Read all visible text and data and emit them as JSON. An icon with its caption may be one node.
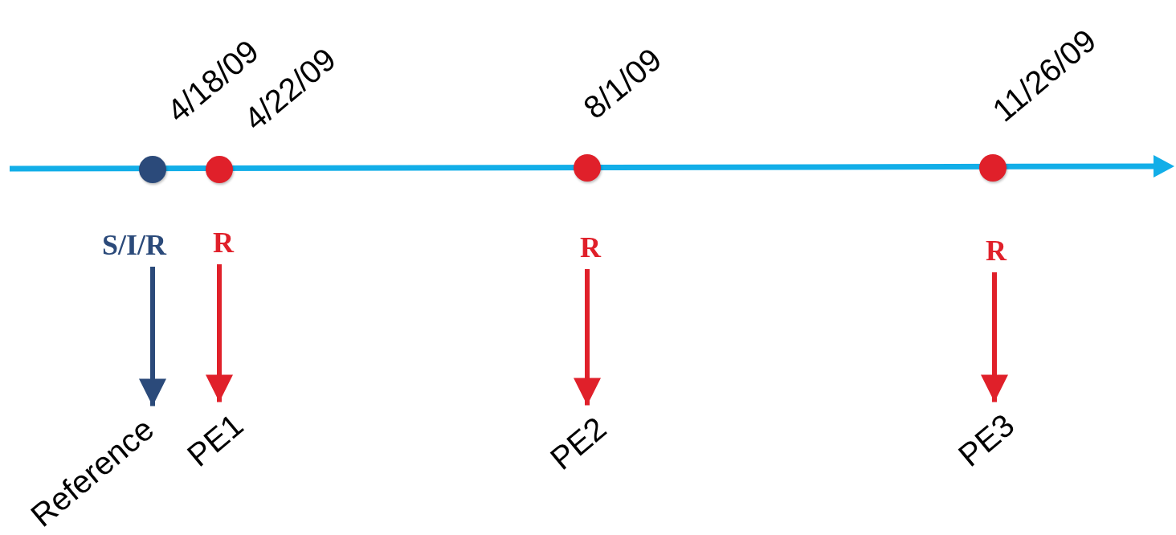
{
  "diagram": {
    "nodes": [
      {
        "text": [],
        "shape": "circle",
        "beside": [
          "4/18/09"
        ]
      },
      {
        "text": [],
        "shape": "circle",
        "beside": [
          "4/22/09"
        ]
      },
      {
        "text": [],
        "shape": "circle",
        "beside": [
          "8/1/09"
        ]
      },
      {
        "text": [],
        "shape": "circle",
        "beside": [
          "11/26/09"
        ]
      },
      {
        "text": [
          "S/I/R"
        ]
      },
      {
        "text": [
          "R"
        ]
      },
      {
        "text": [
          "R"
        ]
      },
      {
        "text": [
          "R"
        ]
      },
      {
        "text": [
          "Reference"
        ]
      },
      {
        "text": [
          "PE1"
        ]
      },
      {
        "text": [
          "PE2"
        ]
      },
      {
        "text": [
          "PE3"
        ]
      }
    ],
    "edges": [
      {
        "from": 4,
        "to": 8,
        "arrow": "to",
        "color": "#2b4a7a"
      },
      {
        "from": 5,
        "to": 9,
        "arrow": "to"
      },
      {
        "from": 6,
        "to": 10,
        "arrow": "to"
      },
      {
        "from": 7,
        "to": 11,
        "arrow": "to"
      }
    ]
  }
}
